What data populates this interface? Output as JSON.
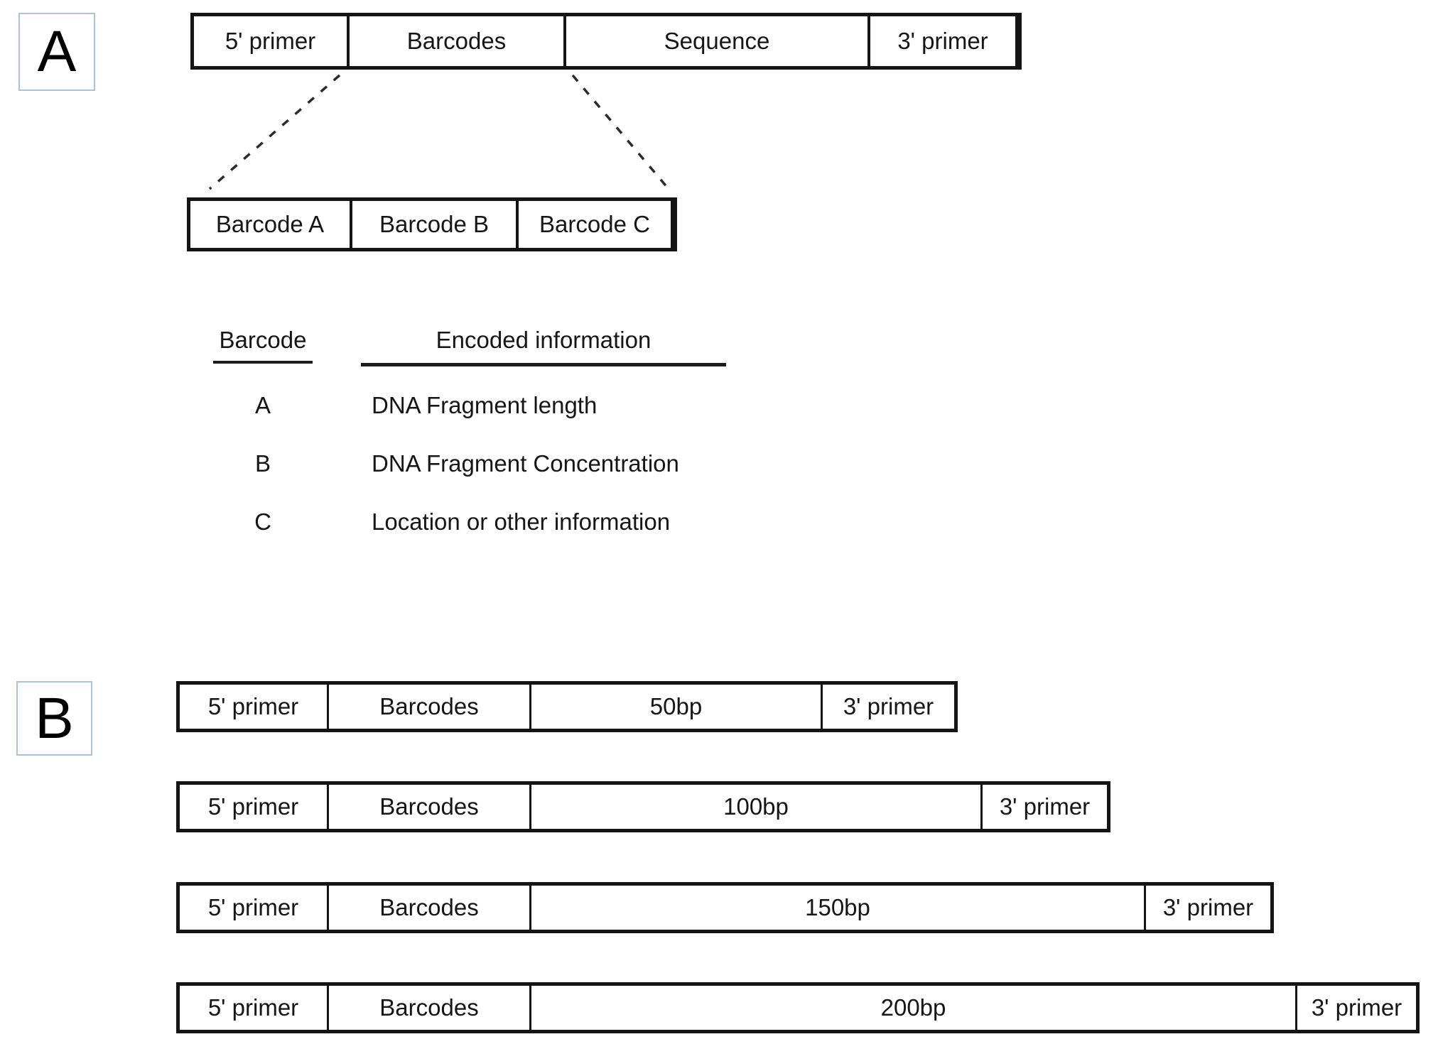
{
  "panel_a": {
    "label": "A",
    "construct_bar": {
      "segments": [
        {
          "label": "5' primer"
        },
        {
          "label": "Barcodes"
        },
        {
          "label": "Sequence"
        },
        {
          "label": "3' primer"
        }
      ]
    },
    "barcode_bar": {
      "segments": [
        {
          "label": "Barcode A"
        },
        {
          "label": "Barcode B"
        },
        {
          "label": "Barcode C"
        }
      ]
    },
    "table": {
      "col1_header": "Barcode",
      "col2_header": "Encoded information",
      "rows": [
        {
          "barcode": "A",
          "info": "DNA Fragment length"
        },
        {
          "barcode": "B",
          "info": "DNA Fragment Concentration"
        },
        {
          "barcode": "C",
          "info": "Location or other information"
        }
      ]
    }
  },
  "panel_b": {
    "label": "B",
    "bars": [
      {
        "segments": [
          {
            "label": "5' primer"
          },
          {
            "label": "Barcodes"
          },
          {
            "label": "50bp"
          },
          {
            "label": "3' primer"
          }
        ]
      },
      {
        "segments": [
          {
            "label": "5' primer"
          },
          {
            "label": "Barcodes"
          },
          {
            "label": "100bp"
          },
          {
            "label": "3' primer"
          }
        ]
      },
      {
        "segments": [
          {
            "label": "5' primer"
          },
          {
            "label": "Barcodes"
          },
          {
            "label": "150bp"
          },
          {
            "label": "3' primer"
          }
        ]
      },
      {
        "segments": [
          {
            "label": "5' primer"
          },
          {
            "label": "Barcodes"
          },
          {
            "label": "200bp"
          },
          {
            "label": "3' primer"
          }
        ]
      }
    ]
  },
  "colors": {
    "panel_label_border": "#a8c2e6",
    "ink": "#141414",
    "background": "#ffffff"
  }
}
